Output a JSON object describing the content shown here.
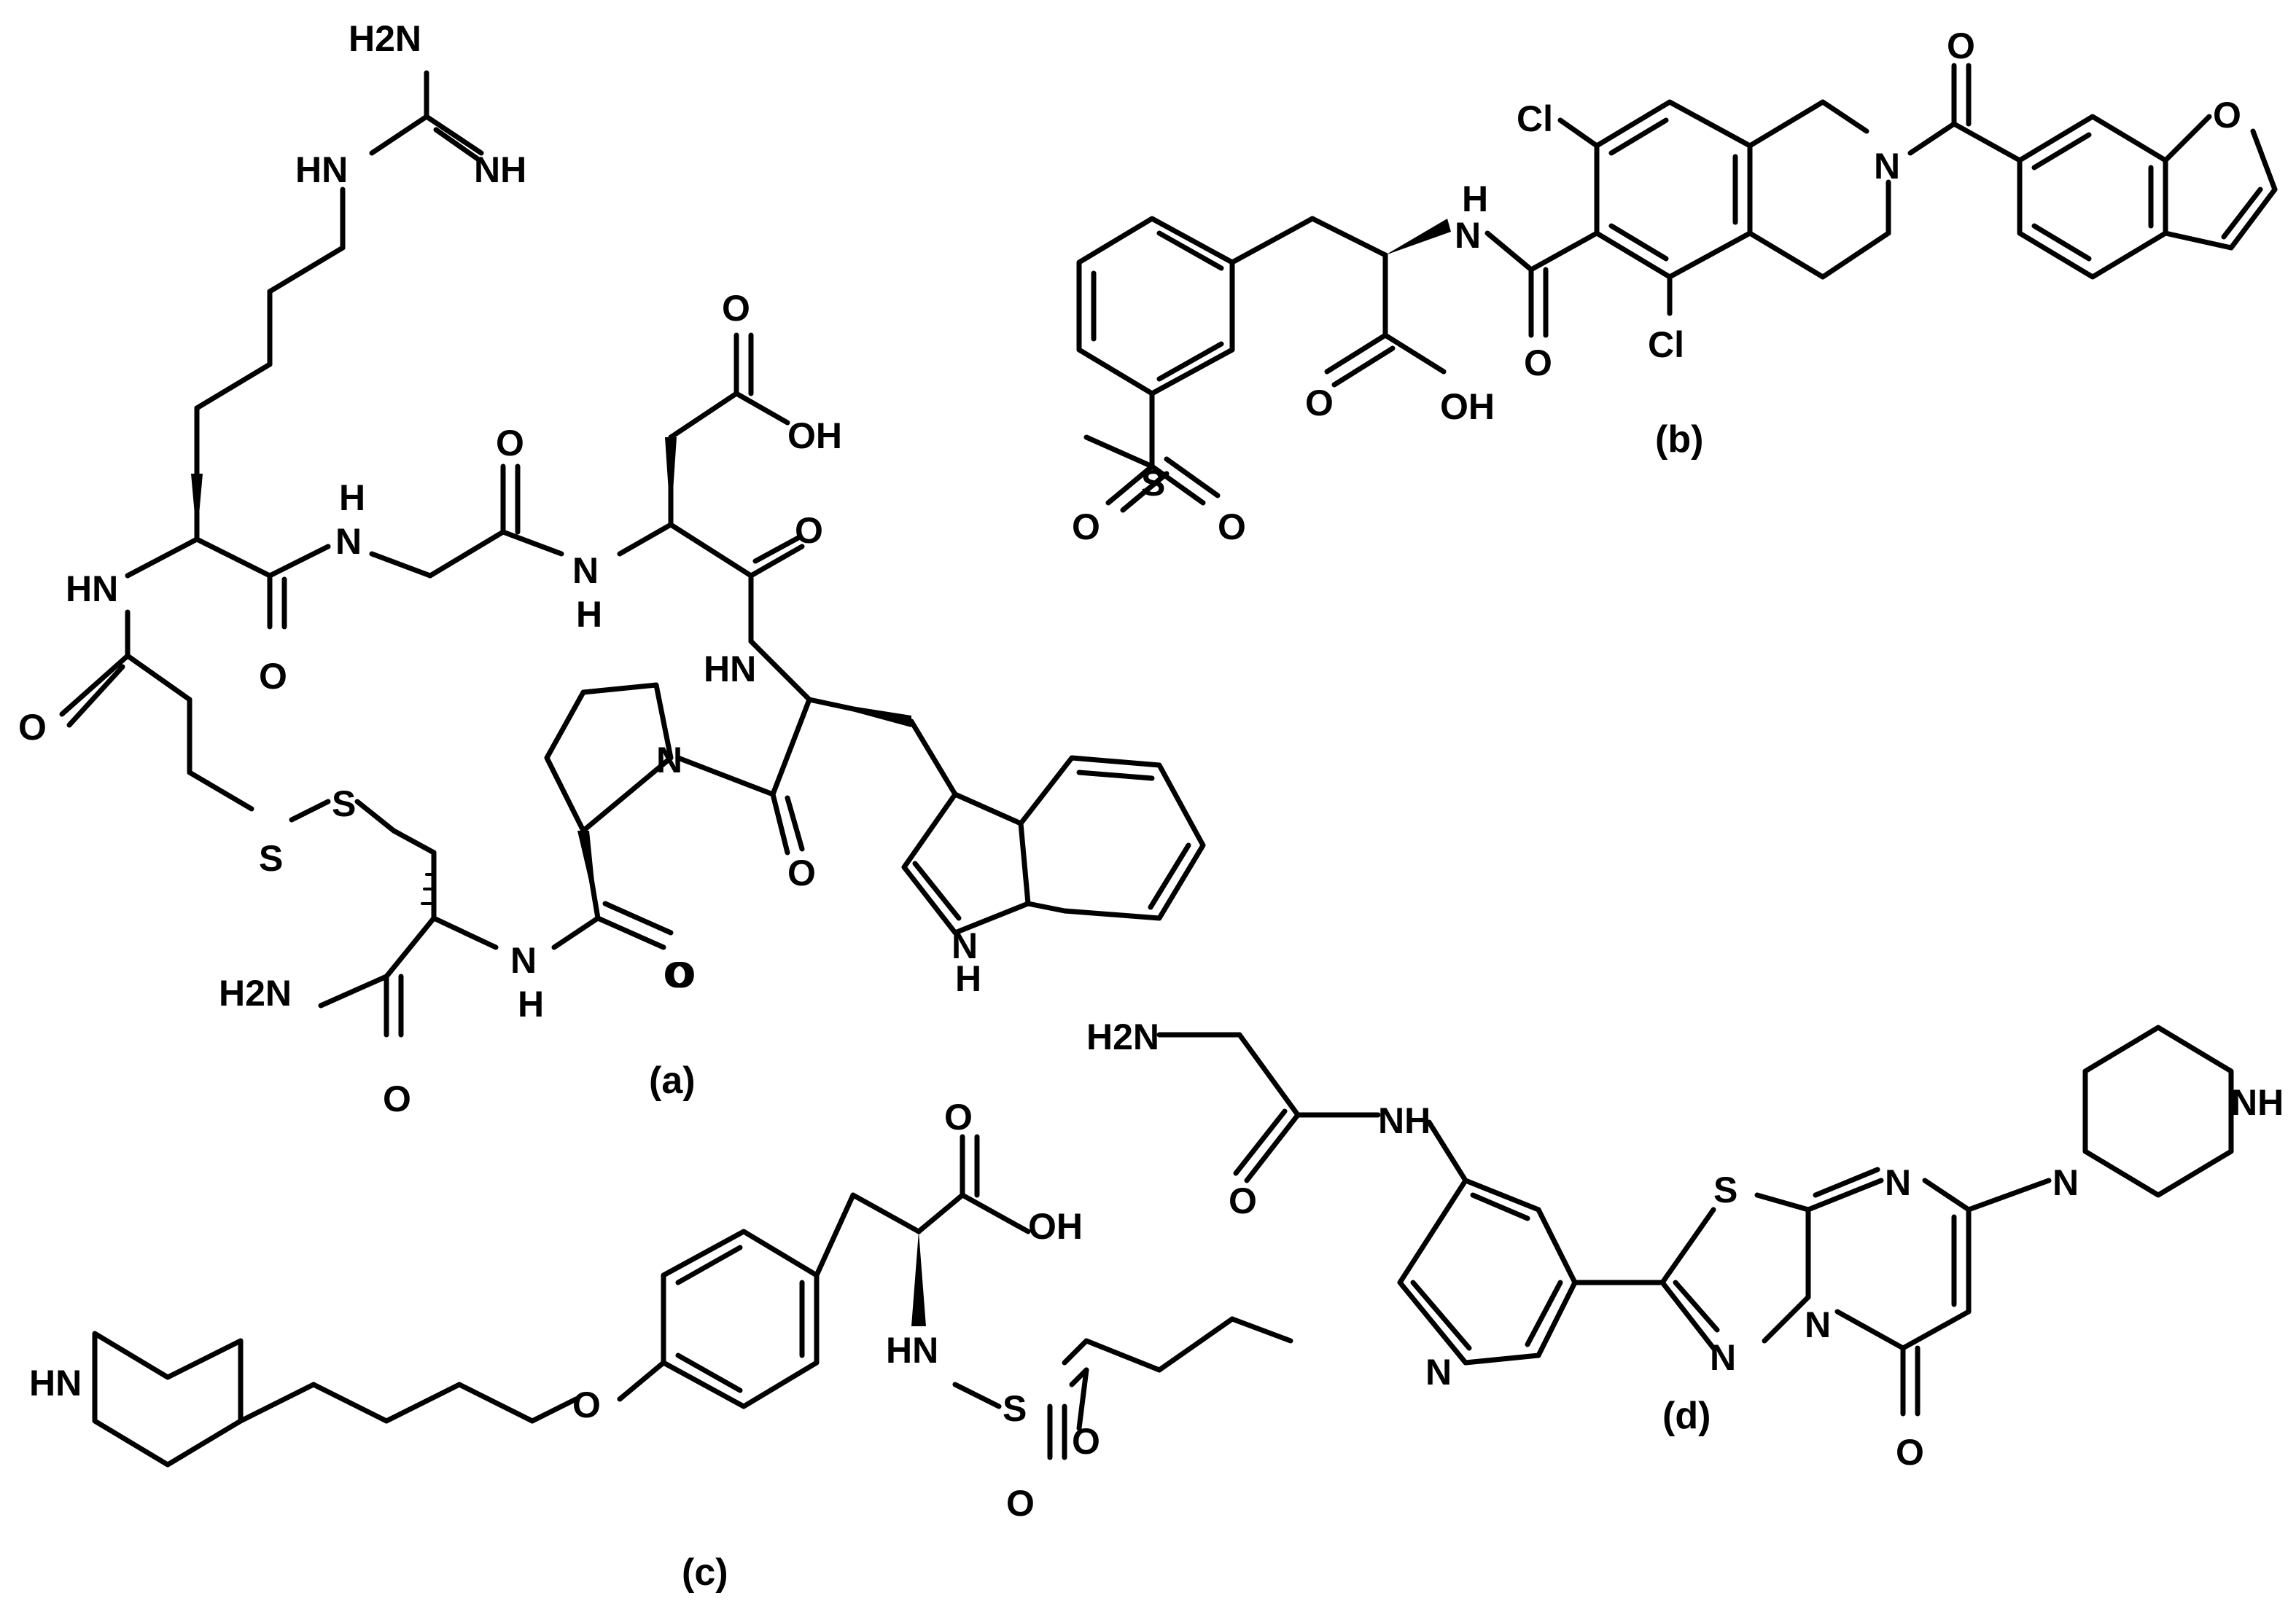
{
  "figure": {
    "molecules": [
      {
        "caption": "(a)",
        "atom_labels": [
          "H2N",
          "NH",
          "HN",
          "O",
          "OH",
          "O",
          "H",
          "N",
          "O",
          "H",
          "N",
          "O",
          "HN",
          "O",
          "HN",
          "O",
          "S",
          "S",
          "N",
          "O",
          "H2N",
          "O",
          "H",
          "N",
          "O",
          "N",
          "H"
        ]
      },
      {
        "caption": "(b)",
        "atom_labels": [
          "Cl",
          "H",
          "N",
          "O",
          "OH",
          "O",
          "Cl",
          "N",
          "O",
          "O",
          "S",
          "O",
          "O"
        ]
      },
      {
        "caption": "(c)",
        "atom_labels": [
          "HN",
          "O",
          "O",
          "OH",
          "HN",
          "S",
          "O",
          "O"
        ]
      },
      {
        "caption": "(d)",
        "atom_labels": [
          "H2N",
          "O",
          "NH",
          "N",
          "S",
          "N",
          "N",
          "N",
          "O",
          "N",
          "NH"
        ]
      }
    ]
  }
}
